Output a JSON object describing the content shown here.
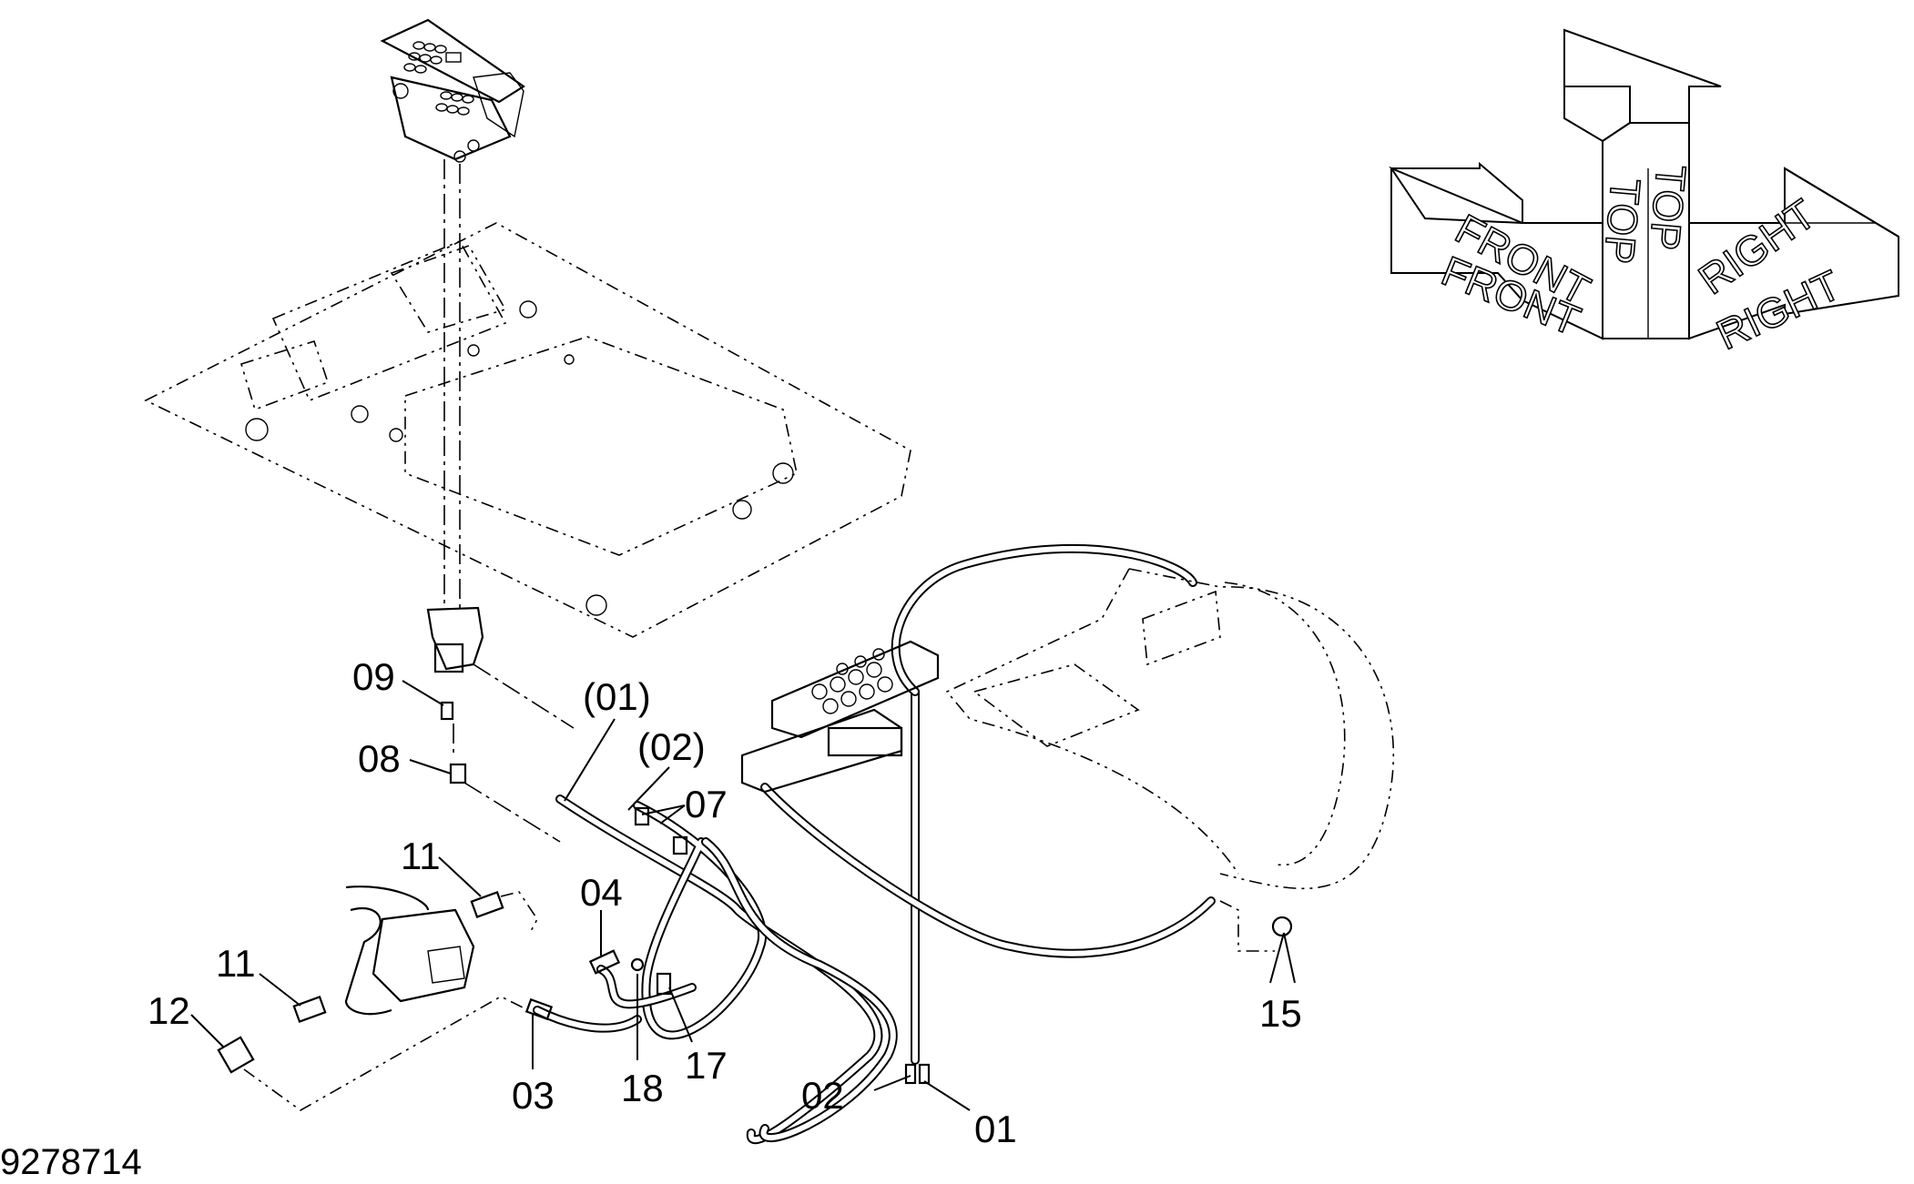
{
  "diagram": {
    "document_id": "9278714",
    "orientation_labels": {
      "front_back": "FRONT",
      "front": "FRONT",
      "top_back": "TOP",
      "top": "TOP",
      "right_back": "RIGHT",
      "right": "RIGHT"
    },
    "callouts": {
      "c01": "01",
      "c02": "02",
      "c03": "03",
      "c04": "04",
      "c07": "07",
      "c08": "08",
      "c09": "09",
      "c11a": "11",
      "c11b": "11",
      "c12": "12",
      "c15": "15",
      "c17": "17",
      "c18": "18",
      "c01p": "(01)",
      "c02p": "(02)"
    }
  }
}
